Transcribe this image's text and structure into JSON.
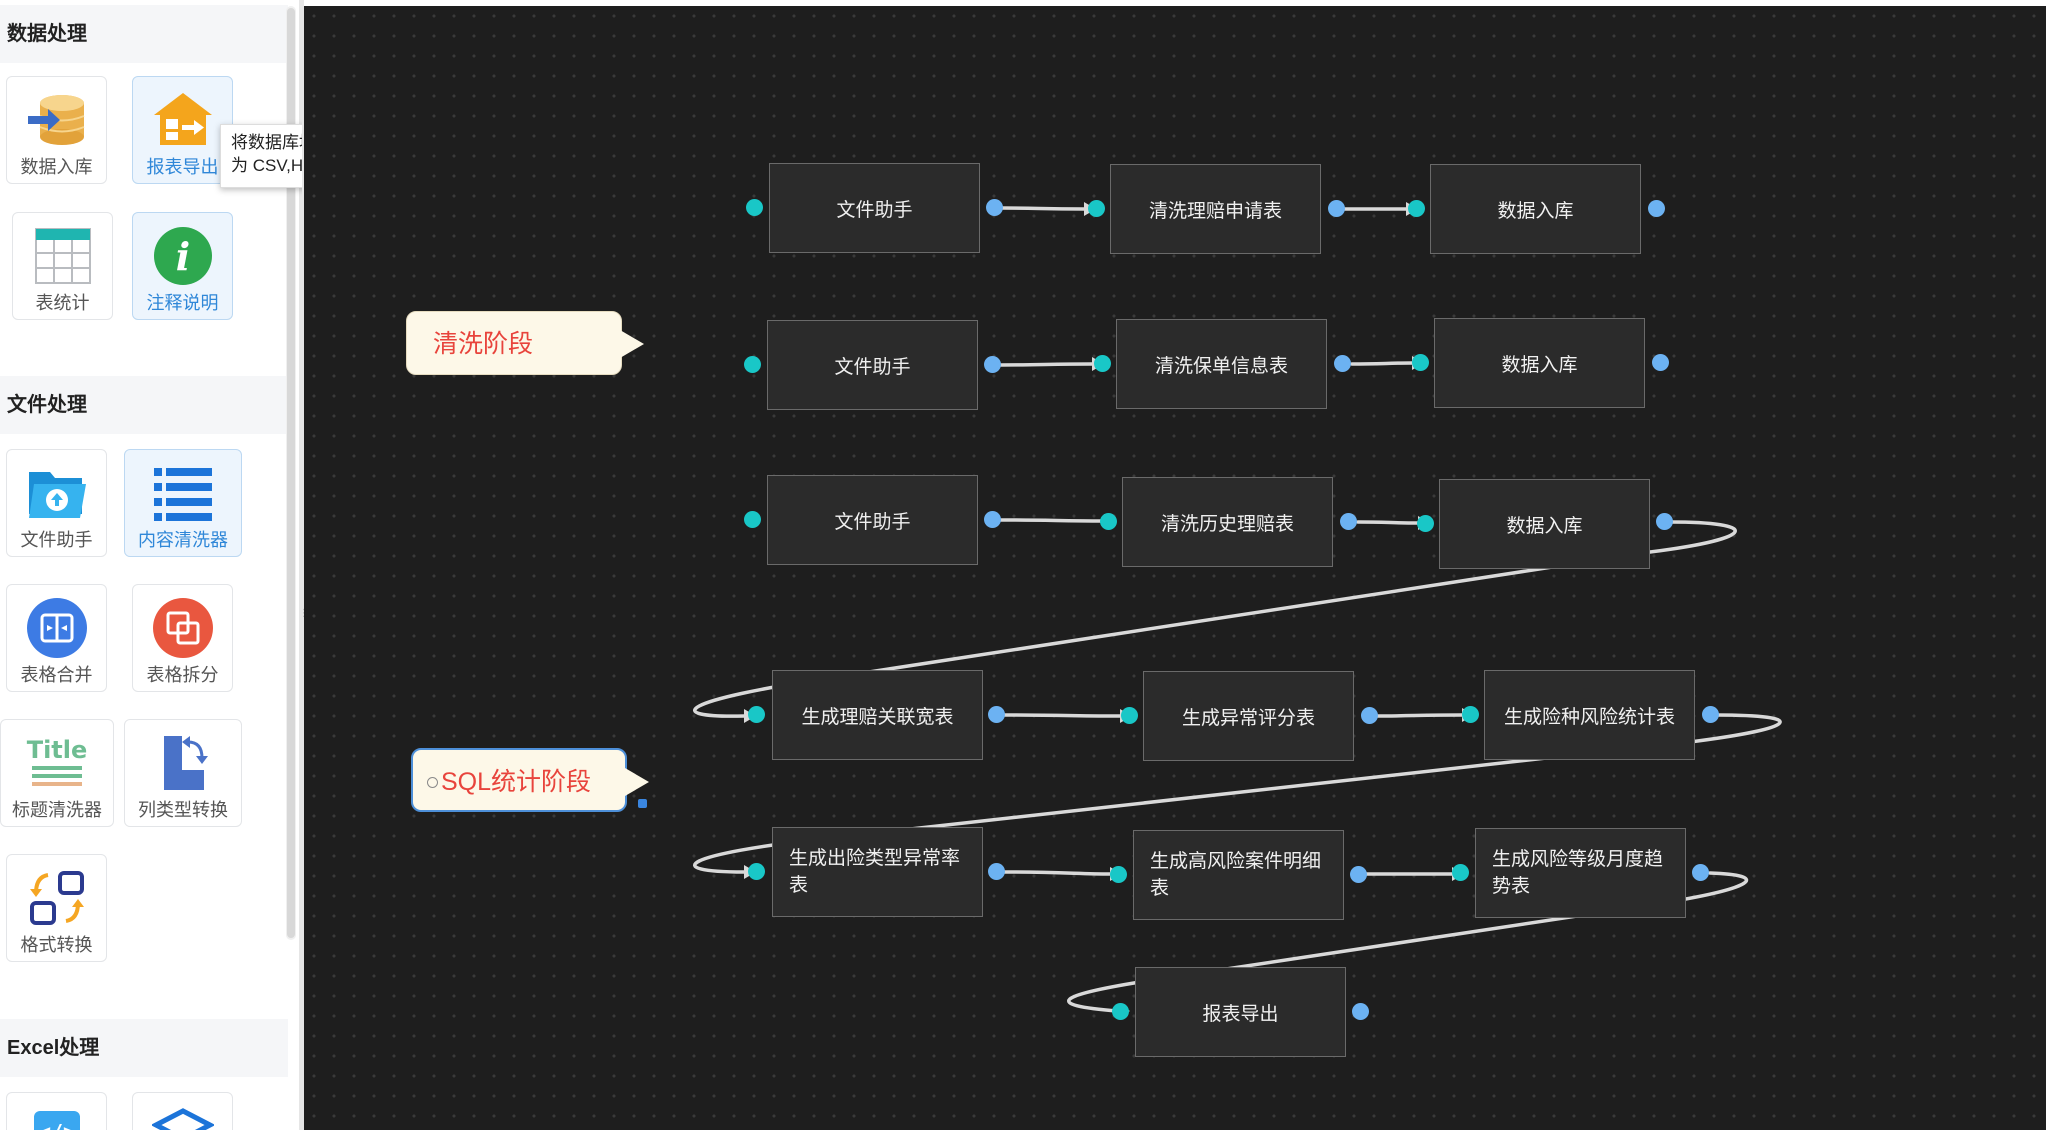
{
  "sidebar": {
    "categories": [
      {
        "label": "数据处理"
      },
      {
        "label": "文件处理"
      },
      {
        "label": "Excel处理"
      }
    ],
    "tools": {
      "data_import": {
        "label": "数据入库",
        "icon": "database-import-icon"
      },
      "report_export": {
        "label": "报表导出",
        "icon": "report-export-icon",
        "active": true
      },
      "table_stats": {
        "label": "表统计",
        "icon": "table-stats-icon"
      },
      "annotation": {
        "label": "注释说明",
        "icon": "info-icon",
        "active": true
      },
      "file_helper": {
        "label": "文件助手",
        "icon": "folder-upload-icon"
      },
      "content_cleaner": {
        "label": "内容清洗器",
        "icon": "list-icon",
        "active": true
      },
      "table_merge": {
        "label": "表格合并",
        "icon": "table-merge-icon"
      },
      "table_split": {
        "label": "表格拆分",
        "icon": "table-split-icon"
      },
      "title_cleaner": {
        "label": "标题清洗器",
        "icon": "title-icon"
      },
      "column_type": {
        "label": "列类型转换",
        "icon": "column-convert-icon"
      },
      "format_convert": {
        "label": "格式转换",
        "icon": "format-convert-icon"
      }
    },
    "tooltip": {
      "line1": "将数据库堆中的表导出",
      "line2": "为 CSV,HTML文件"
    }
  },
  "canvas": {
    "notes": [
      {
        "text": "清洗阶段"
      },
      {
        "text": "SQL统计阶段"
      }
    ],
    "nodes": {
      "r1c1": "文件助手",
      "r1c2": "清洗理赔申请表",
      "r1c3": "数据入库",
      "r2c1": "文件助手",
      "r2c2": "清洗保单信息表",
      "r2c3": "数据入库",
      "r3c1": "文件助手",
      "r3c2": "清洗历史理赔表",
      "r3c3": "数据入库",
      "r4c1": "生成理赔关联宽表",
      "r4c2": "生成异常评分表",
      "r4c3": "生成险种风险统计表",
      "r5c1a": "生成出险类型异常率",
      "r5c1b": "表",
      "r5c2a": "生成高风险案件明细",
      "r5c2b": "表",
      "r5c3a": "生成风险等级月度趋",
      "r5c3b": "势表",
      "r6c1": "报表导出"
    },
    "colors": {
      "background": "#1e1e1e",
      "node": "#2b2b2b",
      "input_port": "#19c7c7",
      "output_port": "#6cb2f2",
      "wire": "#d9d9d9",
      "note_text": "#e8443c"
    }
  }
}
